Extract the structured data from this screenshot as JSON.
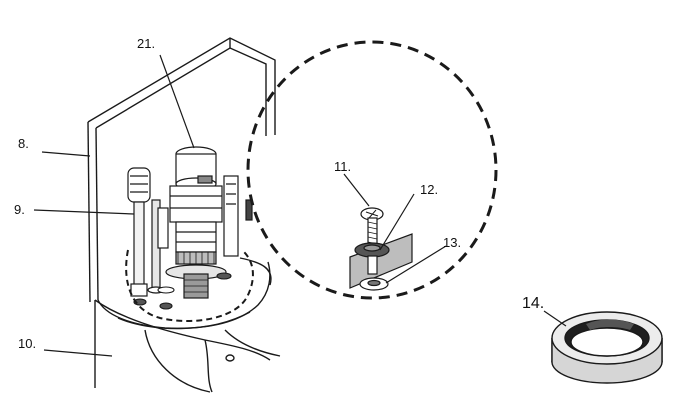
{
  "labels": {
    "l8": "8.",
    "l9": "9.",
    "l10": "10.",
    "l11": "11.",
    "l12": "12.",
    "l13": "13.",
    "l14": "14.",
    "l21": "21."
  },
  "colors": {
    "line": "#1a1a1a",
    "shade_light": "#e6e6e6",
    "shade_mid": "#bdbdbd",
    "shade_dark": "#555555"
  }
}
